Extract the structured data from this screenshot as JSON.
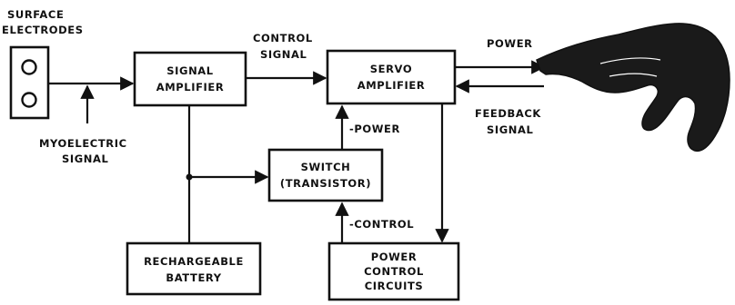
{
  "labels": {
    "surface_electrodes": [
      "SURFACE",
      "ELECTRODES"
    ],
    "myoelectric_signal": [
      "MYOELECTRIC",
      "SIGNAL"
    ],
    "control_signal": [
      "CONTROL",
      "SIGNAL"
    ],
    "power": "POWER",
    "feedback_signal": [
      "FEEDBACK",
      "SIGNAL"
    ],
    "minus_power": "-POWER",
    "minus_control": "-CONTROL"
  },
  "blocks": {
    "signal_amplifier": [
      "SIGNAL",
      "AMPLIFIER"
    ],
    "servo_amplifier": [
      "SERVO",
      "AMPLIFIER"
    ],
    "switch_transistor": [
      "SWITCH",
      "(TRANSISTOR)"
    ],
    "rechargeable_battery": [
      "RECHARGEABLE",
      "BATTERY"
    ],
    "power_control_circuits": [
      "POWER",
      "CONTROL",
      "CIRCUITS"
    ]
  },
  "colors": {
    "ink": "#111111",
    "hand_fill": "#1a1a1a",
    "background": "#ffffff"
  },
  "icons": [
    "electrode-pad-icon",
    "hand-icon"
  ]
}
